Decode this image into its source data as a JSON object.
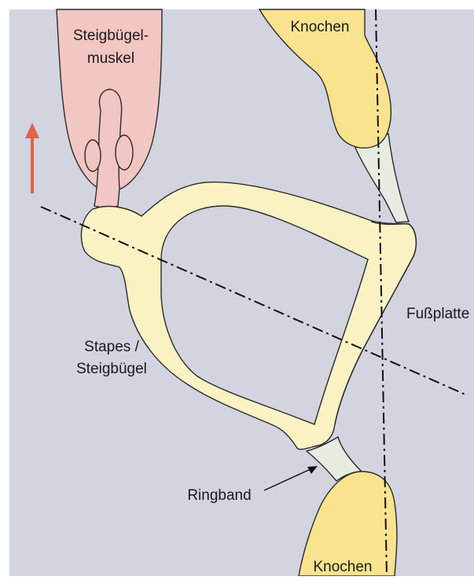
{
  "labels": {
    "muscle_line1": "Steigbügel-",
    "muscle_line2": "muskel",
    "bone_top": "Knochen",
    "bone_bottom": "Knochen",
    "footplate": "Fußplatte",
    "stapes_line1": "Stapes /",
    "stapes_line2": "Steigbügel",
    "ring_ligament": "Ringband"
  },
  "colors": {
    "background": "#d2d4e0",
    "muscle": "#f2c6c2",
    "bone": "#f9e38e",
    "stapes": "#fbf2c4",
    "ligament": "#e6ede0",
    "arrow": "#e0634d",
    "outline": "#2b2b2b"
  },
  "icons": {
    "direction_arrow": "arrow-up-icon"
  }
}
